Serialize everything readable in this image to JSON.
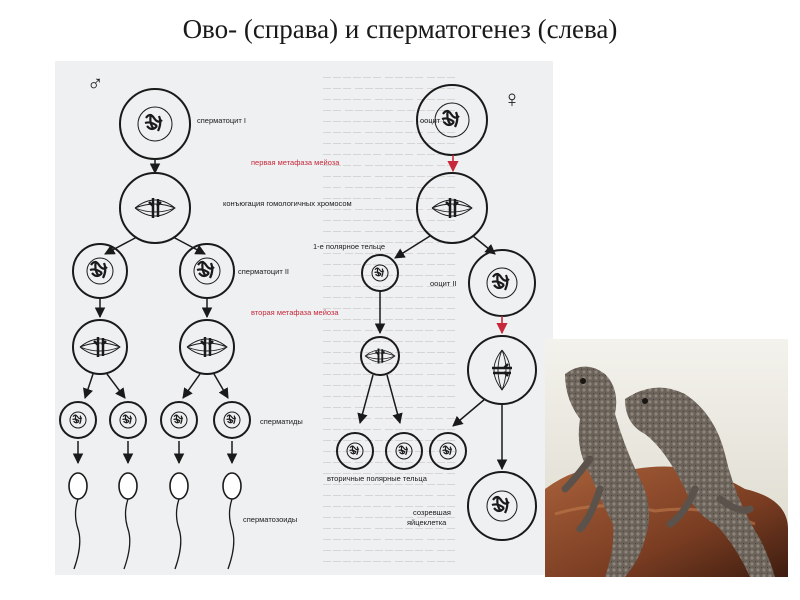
{
  "slide": {
    "title": "Ово- (справа)  и сперматогенез (слева)"
  },
  "diagram": {
    "male_symbol": "♂",
    "female_symbol": "♀",
    "labels": {
      "spermatocyte1": "сперматоцит I",
      "metaphase1": "первая метафаза мейоза",
      "conjugation": "конъюгация гомологичных хромосом",
      "spermatocyte2": "сперматоцит II",
      "metaphase2": "вторая метафаза мейоза",
      "spermatids": "сперматиды",
      "spermatozoa": "сперматозоиды",
      "oocyte1": "ооцит I",
      "polar_body1": "1-е полярное тельце",
      "oocyte2": "ооцит II",
      "secondary_polar_bodies": "вторичные полярные тельца",
      "mature_egg_line1": "созревшая",
      "mature_egg_line2": "яйцеклетка"
    },
    "colors": {
      "line": "#1a1a1a",
      "arrow_red": "#c8283c",
      "red_label": "#c8283c",
      "scan_bg": "#eef0f1"
    }
  },
  "photo": {
    "subject": "two bearded dragon lizards on a rock"
  }
}
